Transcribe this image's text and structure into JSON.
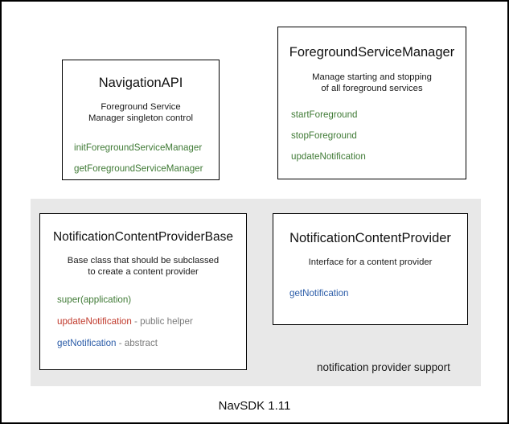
{
  "diagram": {
    "footer": "NavSDK 1.11",
    "group": {
      "caption": "notification provider support",
      "color": "#e8e8e8"
    },
    "colors": {
      "green": "#3f7a35",
      "red": "#c0392b",
      "blue": "#2b5ca8",
      "note_gray": "#7a7a7a",
      "border": "#000000",
      "background": "#ffffff"
    },
    "boxes": [
      {
        "id": "navigation-api",
        "title": "NavigationAPI",
        "description_line1": "Foreground Service",
        "description_line2": "Manager singleton control",
        "members": [
          {
            "name": "initForegroundServiceManager",
            "color": "green",
            "note": ""
          },
          {
            "name": "getForegroundServiceManager",
            "color": "green",
            "note": ""
          }
        ]
      },
      {
        "id": "foreground-service-manager",
        "title": "ForegroundServiceManager",
        "description_line1": "Manage starting and stopping",
        "description_line2": "of all foreground services",
        "members": [
          {
            "name": "startForeground",
            "color": "green",
            "note": ""
          },
          {
            "name": "stopForeground",
            "color": "green",
            "note": ""
          },
          {
            "name": "updateNotification",
            "color": "green",
            "note": ""
          }
        ]
      },
      {
        "id": "notification-content-provider-base",
        "title": "NotificationContentProviderBase",
        "description_line1": "Base class that should be subclassed",
        "description_line2": "to create a content provider",
        "members": [
          {
            "name": "super(application)",
            "color": "green",
            "note": ""
          },
          {
            "name": "updateNotification",
            "color": "red",
            "note": " - public helper"
          },
          {
            "name": "getNotification",
            "color": "blue",
            "note": " - abstract"
          }
        ]
      },
      {
        "id": "notification-content-provider",
        "title": "NotificationContentProvider",
        "description_line1": "Interface for a content provider",
        "description_line2": "",
        "members": [
          {
            "name": "getNotification",
            "color": "blue",
            "note": ""
          }
        ]
      }
    ]
  }
}
